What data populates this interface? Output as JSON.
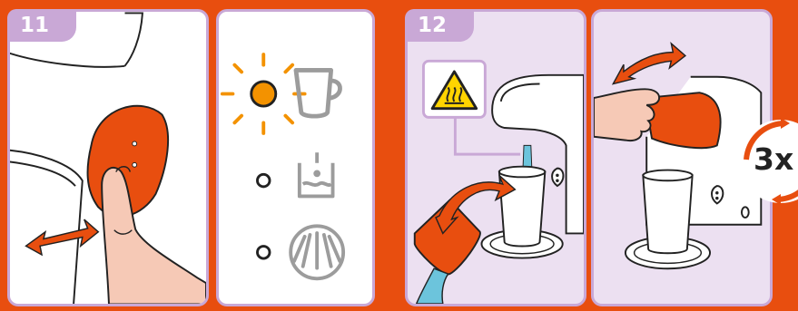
{
  "steps": [
    {
      "number": "11"
    },
    {
      "number": "12"
    }
  ],
  "repeat_badge": {
    "text": "3x"
  },
  "colors": {
    "background": "#e84e0f",
    "panel_white": "#ffffff",
    "panel_lilac": "#ece0f1",
    "tab_lilac": "#c9a8d6",
    "accent_orange": "#e84e0f",
    "indicator_amber": "#f39200",
    "water_blue": "#6cc4dc",
    "warning_yellow": "#ffd400"
  },
  "icons": [
    "cup-icon",
    "water-tank-icon",
    "descale-spray-icon",
    "hot-surface-warning-icon",
    "swap-arrow-icon",
    "rotate-arrow-icon"
  ],
  "indicators": [
    {
      "icon": "cup-icon",
      "state": "blinking"
    },
    {
      "icon": "water-tank-icon",
      "state": "off"
    },
    {
      "icon": "descale-spray-icon",
      "state": "off"
    }
  ]
}
